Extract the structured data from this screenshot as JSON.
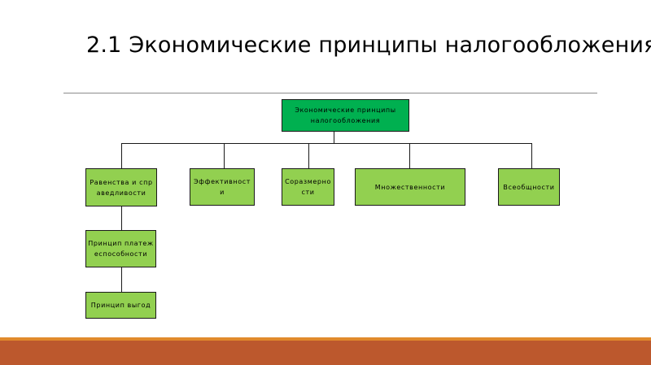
{
  "slide": {
    "title": "2.1 Экономические принципы налогообложения"
  },
  "diagram": {
    "root": {
      "label": "Экономические принципы налогообложения"
    },
    "children": [
      {
        "label": "Равенства и справедливости"
      },
      {
        "label": "Эффективности"
      },
      {
        "label": "Соразмерности"
      },
      {
        "label": "Множественности"
      },
      {
        "label": "Всеобщности"
      }
    ],
    "sub_children": [
      {
        "label": "Принцип платежеспособности",
        "parent": "Равенства и справедливости"
      },
      {
        "label": "Принцип выгод",
        "parent": "Принцип платежеспособности"
      }
    ]
  },
  "colors": {
    "root_fill": "#00b050",
    "child_fill": "#92d050",
    "footer_band": "#bc582d",
    "footer_accent": "#e08a2c"
  }
}
